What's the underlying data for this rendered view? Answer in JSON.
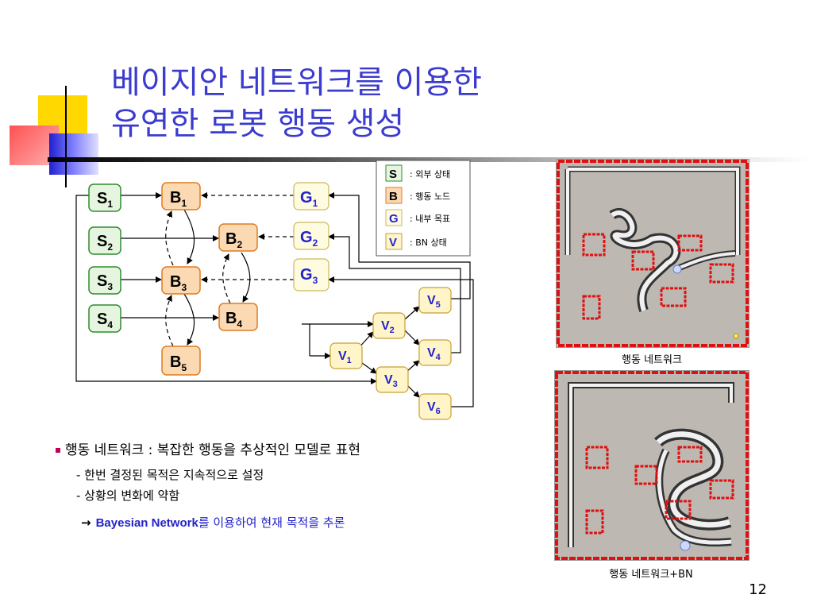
{
  "title": {
    "line1": "베이지안 네트워크를 이용한",
    "line2": "유연한 로봇 행동 생성"
  },
  "diagram": {
    "nodes": {
      "s1": {
        "letter": "S",
        "sub": "1"
      },
      "s2": {
        "letter": "S",
        "sub": "2"
      },
      "s3": {
        "letter": "S",
        "sub": "3"
      },
      "s4": {
        "letter": "S",
        "sub": "4"
      },
      "b1": {
        "letter": "B",
        "sub": "1"
      },
      "b2": {
        "letter": "B",
        "sub": "2"
      },
      "b3": {
        "letter": "B",
        "sub": "3"
      },
      "b4": {
        "letter": "B",
        "sub": "4"
      },
      "b5": {
        "letter": "B",
        "sub": "5"
      },
      "g1": {
        "letter": "G",
        "sub": "1"
      },
      "g2": {
        "letter": "G",
        "sub": "2"
      },
      "g3": {
        "letter": "G",
        "sub": "3"
      },
      "v1": {
        "letter": "V",
        "sub": "1"
      },
      "v2": {
        "letter": "V",
        "sub": "2"
      },
      "v3": {
        "letter": "V",
        "sub": "3"
      },
      "v4": {
        "letter": "V",
        "sub": "4"
      },
      "v5": {
        "letter": "V",
        "sub": "5"
      },
      "v6": {
        "letter": "V",
        "sub": "6"
      }
    },
    "legend": {
      "s_key": "S",
      "s_label": ": 외부 상태",
      "b_key": "B",
      "b_label": ": 행동 노드",
      "g_key": "G",
      "g_label": ": 내부 목표",
      "v_key": "V",
      "v_label": ": BN 상태"
    }
  },
  "bullets": {
    "main": "행동 네트워크 : 복잡한 행동을 추상적인 모델로 표현",
    "sub1": "- 한번 결정된 목적은 지속적으로 설정",
    "sub2": "- 상황의 변화에 약함",
    "arrow": "→",
    "bn_bold": "Bayesian Network",
    "bn_rest": "를 이용하여 현재 목적을 추론"
  },
  "screenshots": {
    "top_caption": "행동 네트워크",
    "bottom_caption": "행동 네트워크+BN"
  },
  "page_number": "12",
  "colors": {
    "title": "#3b3bd0",
    "s_fill": "#e6f5e0",
    "s_border": "#2e8b2e",
    "b_fill": "#fbd9b3",
    "b_border": "#e07b20",
    "g_fill": "#fffbe0",
    "g_border": "#c9b95a",
    "v_fill": "#fff5c8",
    "v_border": "#c7a030",
    "blue_text": "#2222cc"
  }
}
